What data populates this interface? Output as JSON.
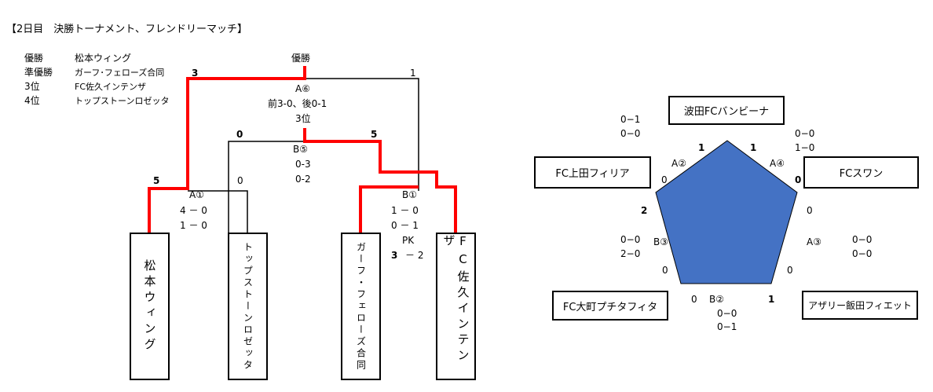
{
  "title": "【2日目　決勝トーナメント、フレンドリーマッチ】",
  "standings": {
    "r1_label": "優勝",
    "r1_team": "松本ウィング",
    "r2_label": "準優勝",
    "r2_team": "ガーフ･フェローズ合同",
    "r3_label": "3位",
    "r3_team": "FC佐久インテンザ",
    "r4_label": "4位",
    "r4_team": "トップストーンロゼッタ"
  },
  "bracket": {
    "teams": [
      "松本ウィング",
      "トップストーンロゼッタ",
      "ガーフ・フェローズ合同",
      "FC佐久インテンザ"
    ],
    "final_label": "優勝",
    "final_left_score": "3",
    "final_right_score": "1",
    "final_id": "A⑥",
    "final_detail": "前3-0、後0-1",
    "third_label": "3位",
    "third_left_score": "0",
    "third_right_score": "5",
    "third_id": "B⑤",
    "third_h1": "0-3",
    "third_h2": "0-2",
    "semi1_left": "5",
    "semi1_right": "0",
    "semi1_id": "A①",
    "semi1_h1": "4 － 0",
    "semi1_h2": "1 － 0",
    "semi2_id": "B①",
    "semi2_h1": "1 － 0",
    "semi2_h2": "0 － 1",
    "semi2_pk": "PK",
    "semi2_pk_score_left": "3",
    "semi2_pk_score_rest": "－ 2"
  },
  "friendly": {
    "teams": {
      "top": "波田FCバンビーナ",
      "upper_left": "FC上田フィリア",
      "upper_right": "FCスワン",
      "lower_left": "FC大町プチタフィタ",
      "lower_right": "アザリー飯田フィエット"
    },
    "labels": {
      "a2": "A②",
      "a4": "A④",
      "a3": "A③",
      "b2": "B②",
      "b3": "B③",
      "s_top_left": "1",
      "s_top_right": "1",
      "s_ul": "0",
      "s_ur": "0",
      "s_left": "2",
      "s_right": "0",
      "s_ll": "0",
      "s_lr": "0",
      "s_bl": "0",
      "s_br": "1"
    },
    "results": {
      "a2_h1": "0−1",
      "a2_h2": "0−0",
      "a4_h1": "0−0",
      "a4_h2": "1−0",
      "b3_h1": "0−0",
      "b3_h2": "2−0",
      "a3_h1": "0−0",
      "a3_h2": "0−0",
      "b2_h1": "0−0",
      "b2_h2": "0−1"
    },
    "pentagon_color": "#4472C4"
  },
  "colors": {
    "winner_line": "#FF0000",
    "line": "#000000"
  }
}
